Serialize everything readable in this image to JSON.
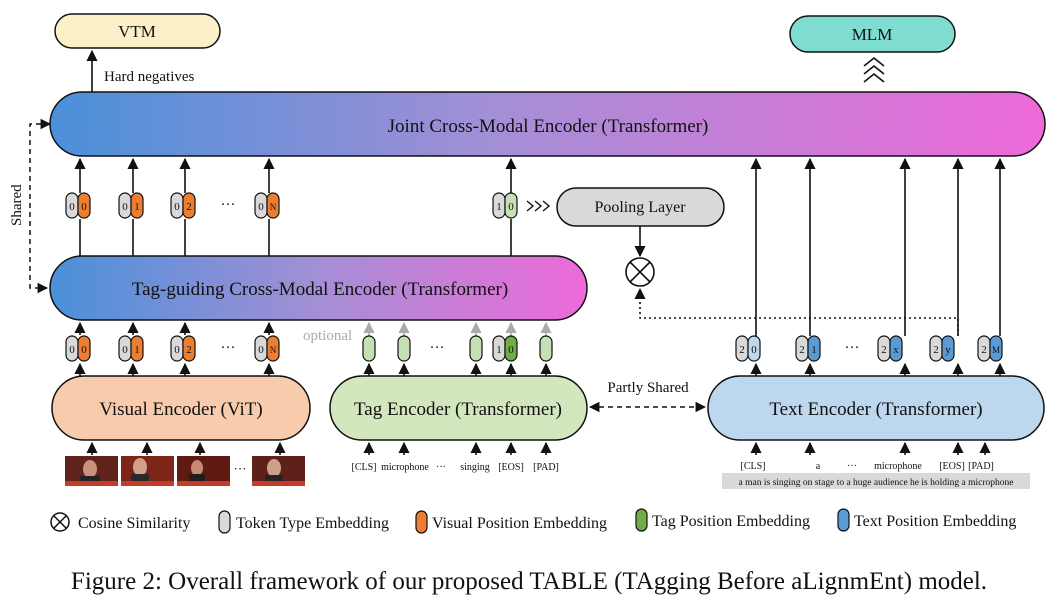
{
  "heads": {
    "vtm": "VTM",
    "mlm": "MLM",
    "hard_negatives": "Hard negatives"
  },
  "joint_encoder": "Joint Cross-Modal Encoder (Transformer)",
  "tag_guiding_encoder": "Tag-guiding Cross-Modal Encoder (Transformer)",
  "shared_label": "Shared",
  "pooling_layer": "Pooling Layer",
  "optional_label": "optional",
  "partly_shared_label": "Partly Shared",
  "visual_encoder": "Visual Encoder (ViT)",
  "tag_encoder": "Tag Encoder (Transformer)",
  "text_encoder": "Text Encoder (Transformer)",
  "ellipsis": "···",
  "visual_tokens": {
    "type_ids": [
      "0",
      "0",
      "0",
      "0"
    ],
    "pos_ids": [
      "0",
      "1",
      "2",
      "N"
    ]
  },
  "cls_tag_token": {
    "type_id": "1",
    "pos_id": "0"
  },
  "text_tokens": {
    "type_ids": [
      "2",
      "2",
      "2",
      "2",
      "2"
    ],
    "pos_ids": [
      "0",
      "1",
      "x",
      "y",
      "M"
    ]
  },
  "tag_inputs": [
    "[CLS]",
    "microphone",
    "singing",
    "[EOS]",
    "[PAD]"
  ],
  "text_inputs": [
    "[CLS]",
    "a",
    "microphone",
    "[EOS]",
    "[PAD]"
  ],
  "sentence": "a man is singing on stage to a huge audience he is holding a microphone",
  "legend": {
    "cosine": "Cosine Similarity",
    "token_type": "Token Type Embedding",
    "visual_pos": "Visual Position Embedding",
    "tag_pos": "Tag Position Embedding",
    "text_pos": "Text Position Embedding"
  },
  "colors": {
    "vtm_fill": "#fdf0c9",
    "mlm_fill": "#7fdcd0",
    "gradient_start": "#4a90d9",
    "gradient_end": "#ee6ad8",
    "visual_fill": "#f8cbad",
    "tag_fill": "#d3e7bf",
    "text_fill": "#bdd7ee",
    "pooling_fill": "#d9d9d9",
    "token_type_fill": "#d9d9d9",
    "visual_pos_fill": "#ed7d31",
    "tag_pos_fill": "#70ad47",
    "text_pos_fill": "#5b9bd5"
  },
  "caption": "Figure 2: Overall framework of our proposed TABLE (TAgging Before aLignmEnt) model."
}
